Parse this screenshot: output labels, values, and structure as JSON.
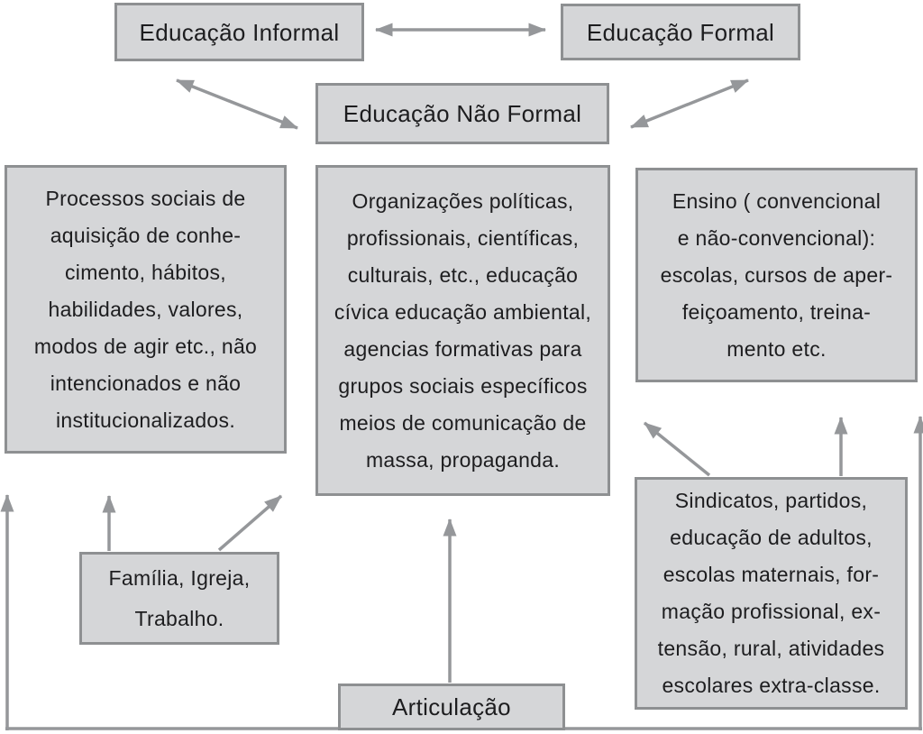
{
  "colors": {
    "page_bg": "#ffffff",
    "box_fill": "#d5d6d8",
    "box_border": "#8e9092",
    "arrow": "#95979a",
    "text": "#1d1d1f"
  },
  "boxes": {
    "educacao_informal": {
      "label": "Educação Informal"
    },
    "educacao_formal": {
      "label": "Educação Formal"
    },
    "educacao_nao_formal": {
      "label": "Educação Não Formal"
    },
    "processos_sociais": {
      "text": "Processos sociais de\naquisição de conhe-\ncimento, hábitos,\nhabilidades, valores,\nmodos de agir etc., não\nintencionados e não\ninstitucionalizados."
    },
    "organizacoes": {
      "text": "Organizações políticas,\nprofissionais, científicas,\nculturais, etc., educação\ncívica educação ambiental,\nagencias formativas para\ngrupos sociais específicos\nmeios de comunicação de\nmassa, propaganda."
    },
    "ensino": {
      "text": "Ensino ( convencional\ne não-convencional):\nescolas, cursos de aper-\nfeiçoamento, treina-\nmento etc."
    },
    "familia": {
      "text": "Família, Igreja,\nTrabalho."
    },
    "sindicatos": {
      "text": "Sindicatos, partidos,\neducação de adultos,\nescolas maternais, for-\nmação profissional, ex-\ntensão, rural, atividades\nescolares extra-classe."
    },
    "articulacao": {
      "label": "Articulação"
    }
  },
  "edges": [
    {
      "id": "informal-formal",
      "from": "educacao_informal",
      "to": "educacao_formal",
      "style": "double-arrow"
    },
    {
      "id": "informal-nao-formal",
      "from": "educacao_informal",
      "to": "educacao_nao_formal",
      "style": "double-arrow"
    },
    {
      "id": "nao-formal-formal",
      "from": "educacao_nao_formal",
      "to": "educacao_formal",
      "style": "double-arrow"
    },
    {
      "id": "familia-processos-vertical",
      "from": "familia",
      "to": "processos_sociais",
      "style": "arrow"
    },
    {
      "id": "familia-processos-diagonal",
      "from": "familia",
      "to": "processos_sociais",
      "style": "arrow"
    },
    {
      "id": "articulacao-organizacoes",
      "from": "articulacao",
      "to": "organizacoes",
      "style": "arrow"
    },
    {
      "id": "articulacao-processos-elbow",
      "from": "articulacao",
      "to": "processos_sociais",
      "style": "elbow-arrow"
    },
    {
      "id": "articulacao-ensino-elbow",
      "from": "articulacao",
      "to": "ensino",
      "style": "elbow-arrow"
    },
    {
      "id": "sindicatos-ensino-diagonal",
      "from": "sindicatos",
      "to": "ensino",
      "style": "arrow"
    },
    {
      "id": "sindicatos-ensino-vertical",
      "from": "sindicatos",
      "to": "ensino",
      "style": "arrow"
    }
  ]
}
